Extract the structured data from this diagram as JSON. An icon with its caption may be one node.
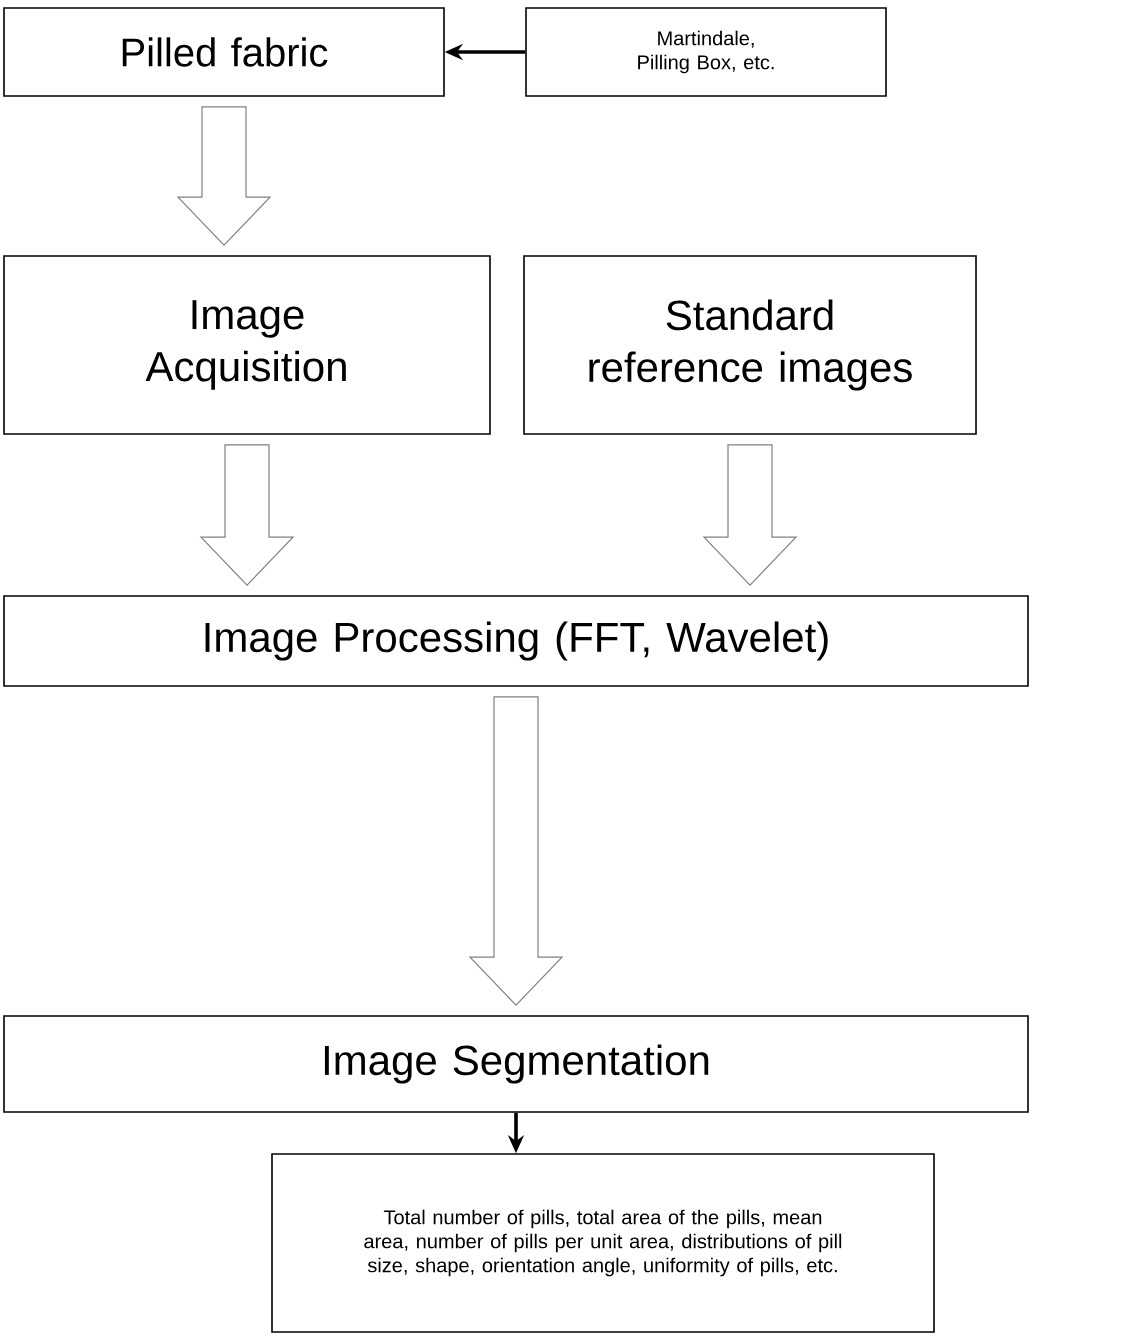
{
  "diagram": {
    "nodes": [
      {
        "text": [
          "Pilled fabric"
        ]
      },
      {
        "text": [
          "Martindale, Pilling Box, etc."
        ]
      },
      {
        "text": [
          "Image Acquisition"
        ]
      },
      {
        "text": [
          "Standard reference images"
        ]
      },
      {
        "text": [
          "Image Processing (FFT, Wavelet)"
        ]
      },
      {
        "text": [
          "Image Segmentation"
        ]
      },
      {
        "text": [
          "Total number of pills, total area of the pills, mean area, number of pills per unit area, distributions of pill size, shape, orientation angle, uniformity of pills, etc."
        ]
      }
    ],
    "edges": [
      {
        "from": 1,
        "to": 0,
        "arrow": "to"
      },
      {
        "from": 0,
        "to": 2,
        "arrow": "to",
        "style": "thick"
      },
      {
        "from": 2,
        "to": 4,
        "arrow": "to",
        "style": "thick"
      },
      {
        "from": 3,
        "to": 4,
        "arrow": "to",
        "style": "thick"
      },
      {
        "from": 4,
        "to": 5,
        "arrow": "to",
        "style": "thick"
      },
      {
        "from": 5,
        "to": 6,
        "arrow": "to"
      }
    ]
  }
}
